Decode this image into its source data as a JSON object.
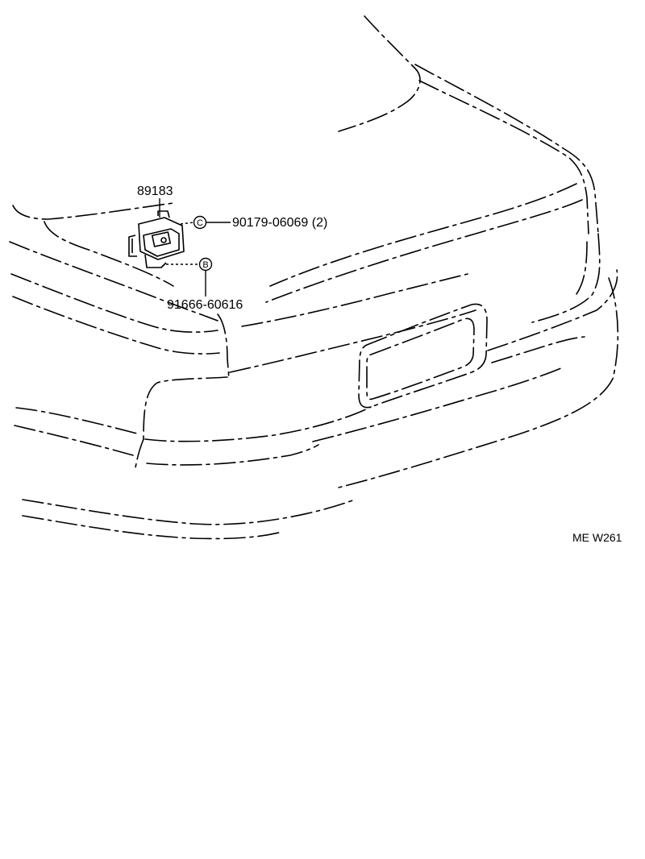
{
  "callouts": {
    "part_relay": "89183",
    "bolt_c": "90179-06069 (2)",
    "bolt_b": "91666-60616",
    "marker_c": "C",
    "marker_b": "B"
  },
  "illustration_code": "ME W261"
}
